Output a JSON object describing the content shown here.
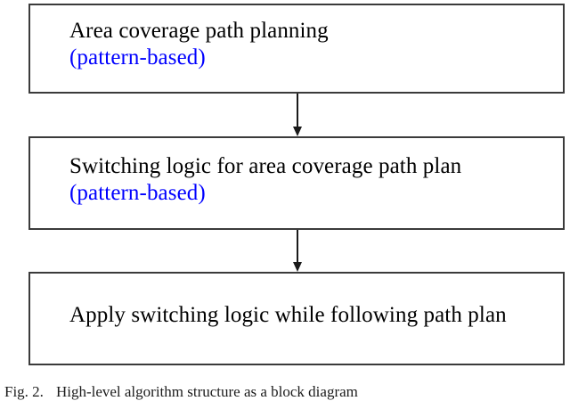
{
  "figure": {
    "caption_label": "Fig. 2.",
    "caption_text": "High-level algorithm structure as a block diagram",
    "accent_color": "#0000ff",
    "text_color": "#000000",
    "border_color": "#3b3b3b",
    "background_color": "#ffffff"
  },
  "diagram": {
    "type": "flowchart",
    "orientation": "top-to-bottom",
    "nodes": [
      {
        "id": "node-1",
        "name": "area-coverage-path-planning",
        "primary_text": "Area coverage path planning",
        "accent_text": "(pattern-based)"
      },
      {
        "id": "node-2",
        "name": "switching-logic-for-area-coverage-path-plan",
        "primary_text": "Switching logic for area coverage path plan",
        "accent_text": "(pattern-based)"
      },
      {
        "id": "node-3",
        "name": "apply-switching-logic-while-following-path-plan",
        "primary_text": "Apply switching logic while following path plan",
        "accent_text": ""
      }
    ],
    "connectors": [
      {
        "id": "arrow-1",
        "from": "node-1",
        "to": "node-2",
        "glyph": "down-arrow"
      },
      {
        "id": "arrow-2",
        "from": "node-2",
        "to": "node-3",
        "glyph": "down-arrow"
      }
    ]
  }
}
